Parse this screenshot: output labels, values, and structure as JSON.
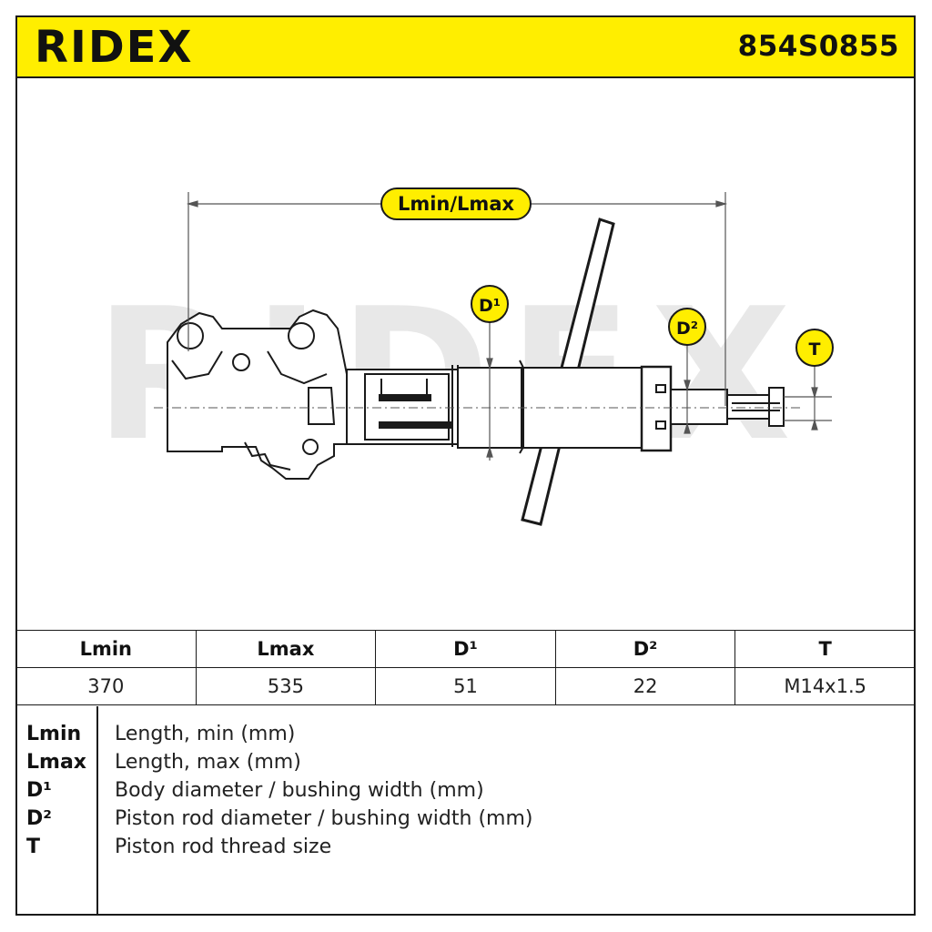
{
  "header": {
    "brand": "RIDEX",
    "part_number": "854S0855"
  },
  "drawing": {
    "dimension_labels": {
      "length": "Lmin/Lmax",
      "d1": "D¹",
      "d2": "D²",
      "t": "T"
    },
    "watermark": "RIDEX",
    "colors": {
      "accent": "#ffee00",
      "line": "#1a1a1a",
      "watermark": "#e6e6e6"
    }
  },
  "specs": {
    "headers": [
      "Lmin",
      "Lmax",
      "D¹",
      "D²",
      "T"
    ],
    "values": [
      "370",
      "535",
      "51",
      "22",
      "M14x1.5"
    ]
  },
  "legend": [
    {
      "key": "Lmin",
      "desc": "Length, min (mm)"
    },
    {
      "key": "Lmax",
      "desc": "Length, max (mm)"
    },
    {
      "key": "D¹",
      "desc": "Body diameter / bushing width (mm)"
    },
    {
      "key": "D²",
      "desc": "Piston rod diameter / bushing width (mm)"
    },
    {
      "key": "T",
      "desc": "Piston rod thread size"
    }
  ]
}
